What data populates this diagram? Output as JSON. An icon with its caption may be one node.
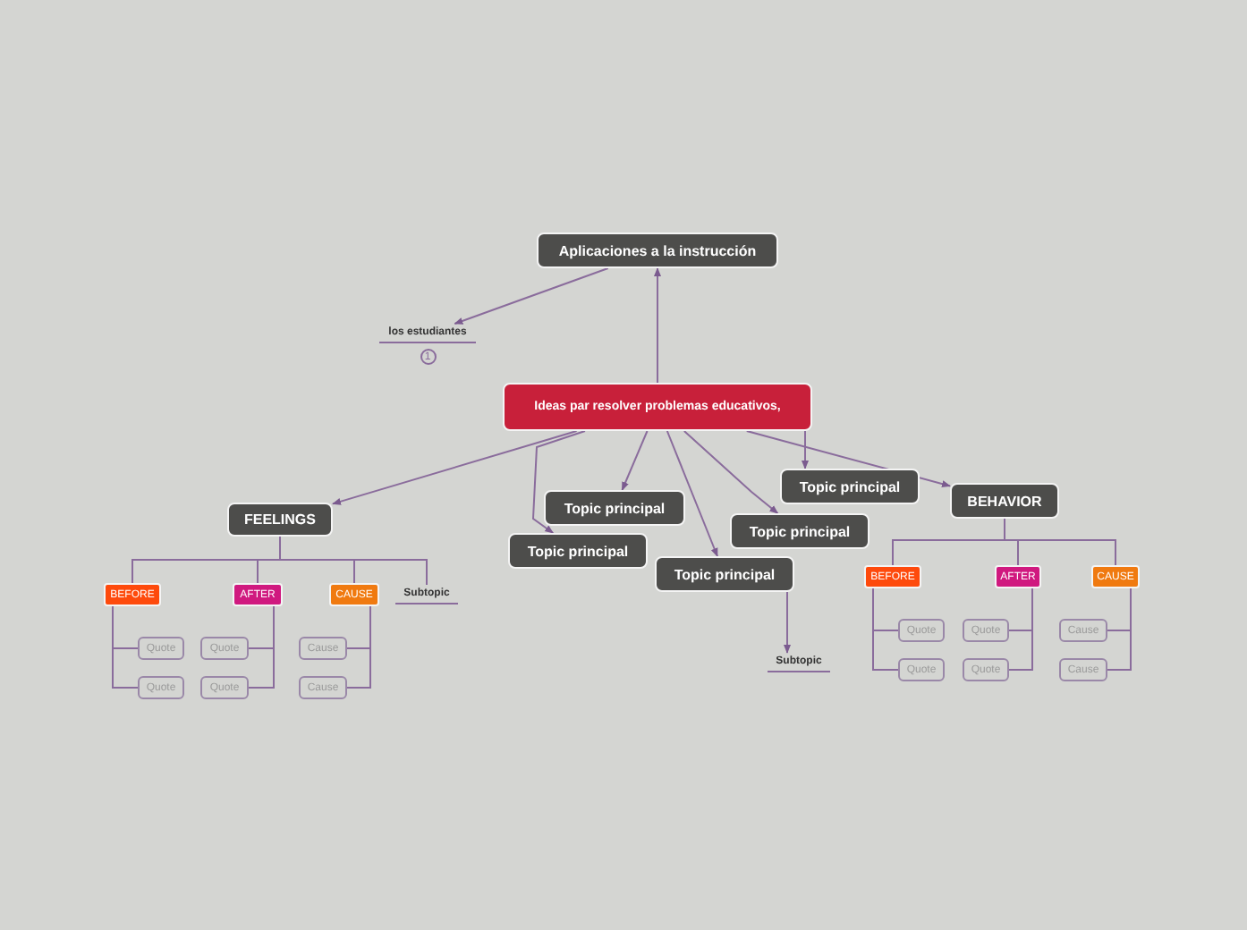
{
  "diagram": {
    "nodes": [
      {
        "text": [
          "Aplicaciones a la instrucción"
        ]
      },
      {
        "text": [
          "los estudiantes"
        ],
        "beside": [
          "1"
        ]
      },
      {
        "text": [
          "Ideas par resolver problemas educativos,"
        ]
      },
      {
        "text": [
          "FEELINGS"
        ]
      },
      {
        "text": [
          "BEFORE"
        ]
      },
      {
        "text": [
          "AFTER"
        ]
      },
      {
        "text": [
          "CAUSE"
        ]
      },
      {
        "text": [
          "Subtopic"
        ]
      },
      {
        "text": [
          "Quote"
        ]
      },
      {
        "text": [
          "Quote"
        ]
      },
      {
        "text": [
          "Quote"
        ]
      },
      {
        "text": [
          "Quote"
        ]
      },
      {
        "text": [
          "Cause"
        ]
      },
      {
        "text": [
          "Cause"
        ]
      },
      {
        "text": [
          "Topic principal"
        ]
      },
      {
        "text": [
          "Topic principal"
        ]
      },
      {
        "text": [
          "Topic principal"
        ]
      },
      {
        "text": [
          "Topic principal"
        ]
      },
      {
        "text": [
          "Topic principal"
        ]
      },
      {
        "text": [
          "BEHAVIOR"
        ]
      },
      {
        "text": [
          "BEFORE"
        ]
      },
      {
        "text": [
          "AFTER"
        ]
      },
      {
        "text": [
          "CAUSE"
        ]
      },
      {
        "text": [
          "Quote"
        ]
      },
      {
        "text": [
          "Quote"
        ]
      },
      {
        "text": [
          "Quote"
        ]
      },
      {
        "text": [
          "Quote"
        ]
      },
      {
        "text": [
          "Cause"
        ]
      },
      {
        "text": [
          "Cause"
        ]
      },
      {
        "text": [
          "Subtopic"
        ]
      }
    ],
    "edges": [
      {
        "from": 0,
        "to": 1,
        "arrow": "to"
      },
      {
        "from": 2,
        "to": 0,
        "arrow": "to"
      },
      {
        "from": 2,
        "to": 3,
        "arrow": "to"
      },
      {
        "from": 2,
        "to": 14,
        "arrow": "to"
      },
      {
        "from": 2,
        "to": 15,
        "arrow": "to"
      },
      {
        "from": 2,
        "to": 16,
        "arrow": "to"
      },
      {
        "from": 2,
        "to": 17,
        "arrow": "to"
      },
      {
        "from": 2,
        "to": 18,
        "arrow": "to"
      },
      {
        "from": 2,
        "to": 19,
        "arrow": "to"
      },
      {
        "from": 3,
        "to": 4,
        "arrow": "none"
      },
      {
        "from": 3,
        "to": 5,
        "arrow": "none"
      },
      {
        "from": 3,
        "to": 6,
        "arrow": "none"
      },
      {
        "from": 3,
        "to": 7,
        "arrow": "none"
      },
      {
        "from": 4,
        "to": 8,
        "arrow": "none"
      },
      {
        "from": 4,
        "to": 9,
        "arrow": "none"
      },
      {
        "from": 5,
        "to": 10,
        "arrow": "none"
      },
      {
        "from": 5,
        "to": 11,
        "arrow": "none"
      },
      {
        "from": 6,
        "to": 12,
        "arrow": "none"
      },
      {
        "from": 6,
        "to": 13,
        "arrow": "none"
      },
      {
        "from": 19,
        "to": 20,
        "arrow": "none"
      },
      {
        "from": 19,
        "to": 21,
        "arrow": "none"
      },
      {
        "from": 19,
        "to": 22,
        "arrow": "none"
      },
      {
        "from": 20,
        "to": 23,
        "arrow": "none"
      },
      {
        "from": 20,
        "to": 24,
        "arrow": "none"
      },
      {
        "from": 21,
        "to": 25,
        "arrow": "none"
      },
      {
        "from": 21,
        "to": 26,
        "arrow": "none"
      },
      {
        "from": 22,
        "to": 27,
        "arrow": "none"
      },
      {
        "from": 22,
        "to": 28,
        "arrow": "none"
      },
      {
        "from": 16,
        "to": 29,
        "arrow": "to"
      }
    ]
  }
}
